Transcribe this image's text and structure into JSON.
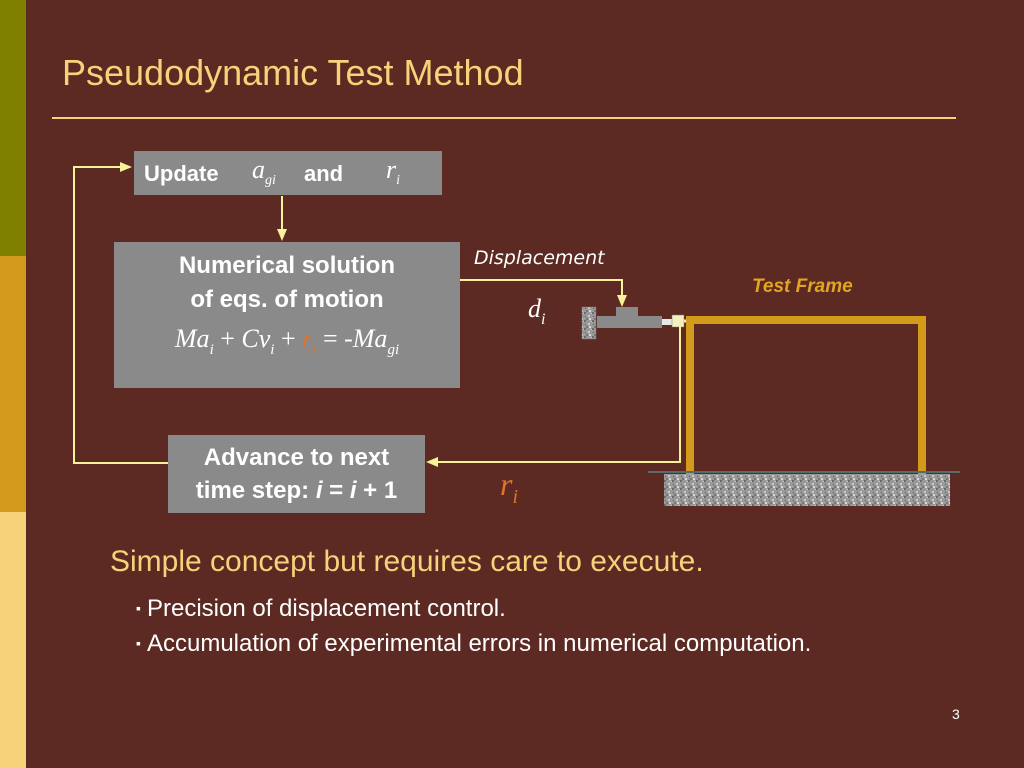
{
  "colors": {
    "background": "#5c2a22",
    "title": "#f7d27a",
    "box_fill": "#8a8a8a",
    "arrow": "#f7f29a",
    "frame": "#d49a1c",
    "accent_orange": "#e0742a",
    "sidebar_top": "#808000",
    "sidebar_mid": "#d49a1c",
    "sidebar_bottom": "#f7d27a"
  },
  "slide": {
    "title": "Pseudodynamic Test Method",
    "page_number": "3"
  },
  "diagram": {
    "update_box": {
      "word1": "Update",
      "var1": "a",
      "var1_sub": "gi",
      "word2": "and",
      "var2": "r",
      "var2_sub": "i"
    },
    "numerical_box": {
      "line1": "Numerical solution",
      "line2": "of  eqs. of motion",
      "equation": {
        "t1": "Ma",
        "t1_sub": "i",
        "op1": " + ",
        "t2": "Cv",
        "t2_sub": "i",
        "op2": " + ",
        "t3": "r",
        "t3_sub": "i",
        "op3": " = ",
        "t4": "-Ma",
        "t4_sub": "gi"
      }
    },
    "advance_box": {
      "line1": "Advance to next",
      "line2_prefix": "time step: ",
      "line2_var1": "i",
      "line2_eq": " = ",
      "line2_var2": "i",
      "line2_suffix": " + 1"
    },
    "displacement_label": "Displacement",
    "test_frame_label": "Test Frame",
    "d_symbol": "d",
    "d_sub": "i",
    "r_symbol": "r",
    "r_sub": "i"
  },
  "content": {
    "heading": "Simple concept but requires care to execute.",
    "bullet_mark": "▪",
    "bullets": [
      "Precision of displacement control.",
      "Accumulation of experimental errors in numerical computation."
    ]
  }
}
